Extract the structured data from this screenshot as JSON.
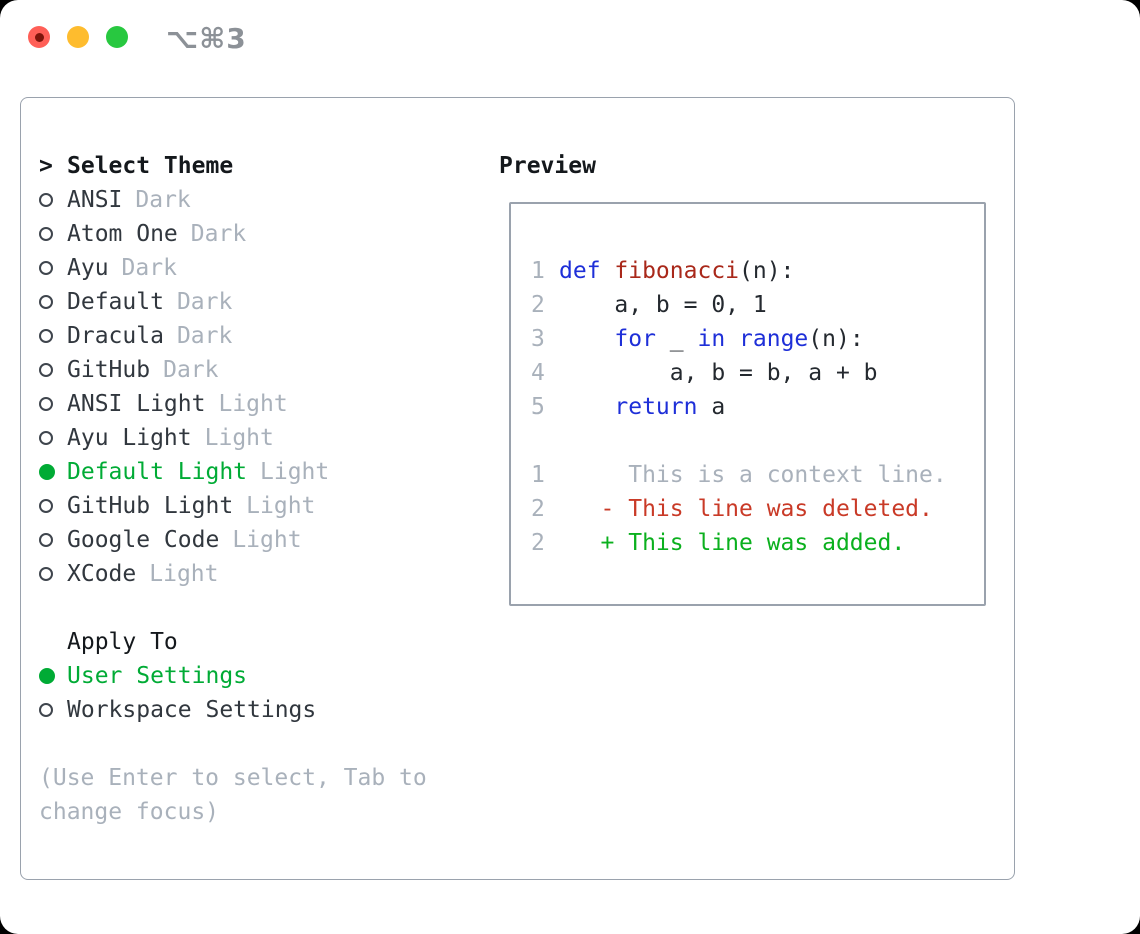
{
  "window": {
    "title": "⌥⌘3"
  },
  "colors": {
    "accent_green": "#00ab35",
    "keyword_blue": "#1e2fd8",
    "function_red": "#a9281a",
    "deleted_red": "#c93a27",
    "added_green": "#0bb01e",
    "muted_gray": "#a9b1bb",
    "text_dark": "#31373e",
    "panel_border": "#9aa2ad",
    "traffic_red": "#ff5f57",
    "traffic_yellow": "#febc2e",
    "traffic_green": "#28c840"
  },
  "theme_selector": {
    "header_marker": ">",
    "header_label": "Select Theme",
    "items": [
      {
        "name": "ANSI",
        "variant": "Dark",
        "selected": false
      },
      {
        "name": "Atom One",
        "variant": "Dark",
        "selected": false
      },
      {
        "name": "Ayu",
        "variant": "Dark",
        "selected": false
      },
      {
        "name": "Default",
        "variant": "Dark",
        "selected": false
      },
      {
        "name": "Dracula",
        "variant": "Dark",
        "selected": false
      },
      {
        "name": "GitHub",
        "variant": "Dark",
        "selected": false
      },
      {
        "name": "ANSI Light",
        "variant": "Light",
        "selected": false
      },
      {
        "name": "Ayu Light",
        "variant": "Light",
        "selected": false
      },
      {
        "name": "Default Light",
        "variant": "Light",
        "selected": true
      },
      {
        "name": "GitHub Light",
        "variant": "Light",
        "selected": false
      },
      {
        "name": "Google Code",
        "variant": "Light",
        "selected": false
      },
      {
        "name": "XCode",
        "variant": "Light",
        "selected": false
      }
    ]
  },
  "apply_to": {
    "label": "Apply To",
    "options": [
      {
        "name": "User Settings",
        "selected": true
      },
      {
        "name": "Workspace Settings",
        "selected": false
      }
    ]
  },
  "help": {
    "line1": "(Use Enter to select, Tab to",
    "line2": "change focus)"
  },
  "preview": {
    "label": "Preview",
    "lines": [
      {
        "num": "1",
        "segments": [
          {
            "t": "def ",
            "c": "kw"
          },
          {
            "t": "fibonacci",
            "c": "fn"
          },
          {
            "t": "(n):",
            "c": "pl"
          }
        ]
      },
      {
        "num": "2",
        "segments": [
          {
            "t": "    a, b = 0, 1",
            "c": "pl"
          }
        ]
      },
      {
        "num": "3",
        "segments": [
          {
            "t": "    ",
            "c": "pl"
          },
          {
            "t": "for",
            "c": "kw"
          },
          {
            "t": " _ ",
            "c": "pl"
          },
          {
            "t": "in",
            "c": "kw"
          },
          {
            "t": " ",
            "c": "pl"
          },
          {
            "t": "range",
            "c": "kw"
          },
          {
            "t": "(n):",
            "c": "pl"
          }
        ]
      },
      {
        "num": "4",
        "segments": [
          {
            "t": "        a, b = b, a + b",
            "c": "pl"
          }
        ]
      },
      {
        "num": "5",
        "segments": [
          {
            "t": "    ",
            "c": "pl"
          },
          {
            "t": "return",
            "c": "kw"
          },
          {
            "t": " a",
            "c": "pl"
          }
        ]
      },
      {
        "num": "",
        "segments": []
      },
      {
        "num": "1",
        "segments": [
          {
            "t": "     This is a context line.",
            "c": "ctx"
          }
        ]
      },
      {
        "num": "2",
        "segments": [
          {
            "t": "   - This line was deleted.",
            "c": "del"
          }
        ]
      },
      {
        "num": "2",
        "segments": [
          {
            "t": "   + This line was added.",
            "c": "add"
          }
        ]
      }
    ]
  }
}
